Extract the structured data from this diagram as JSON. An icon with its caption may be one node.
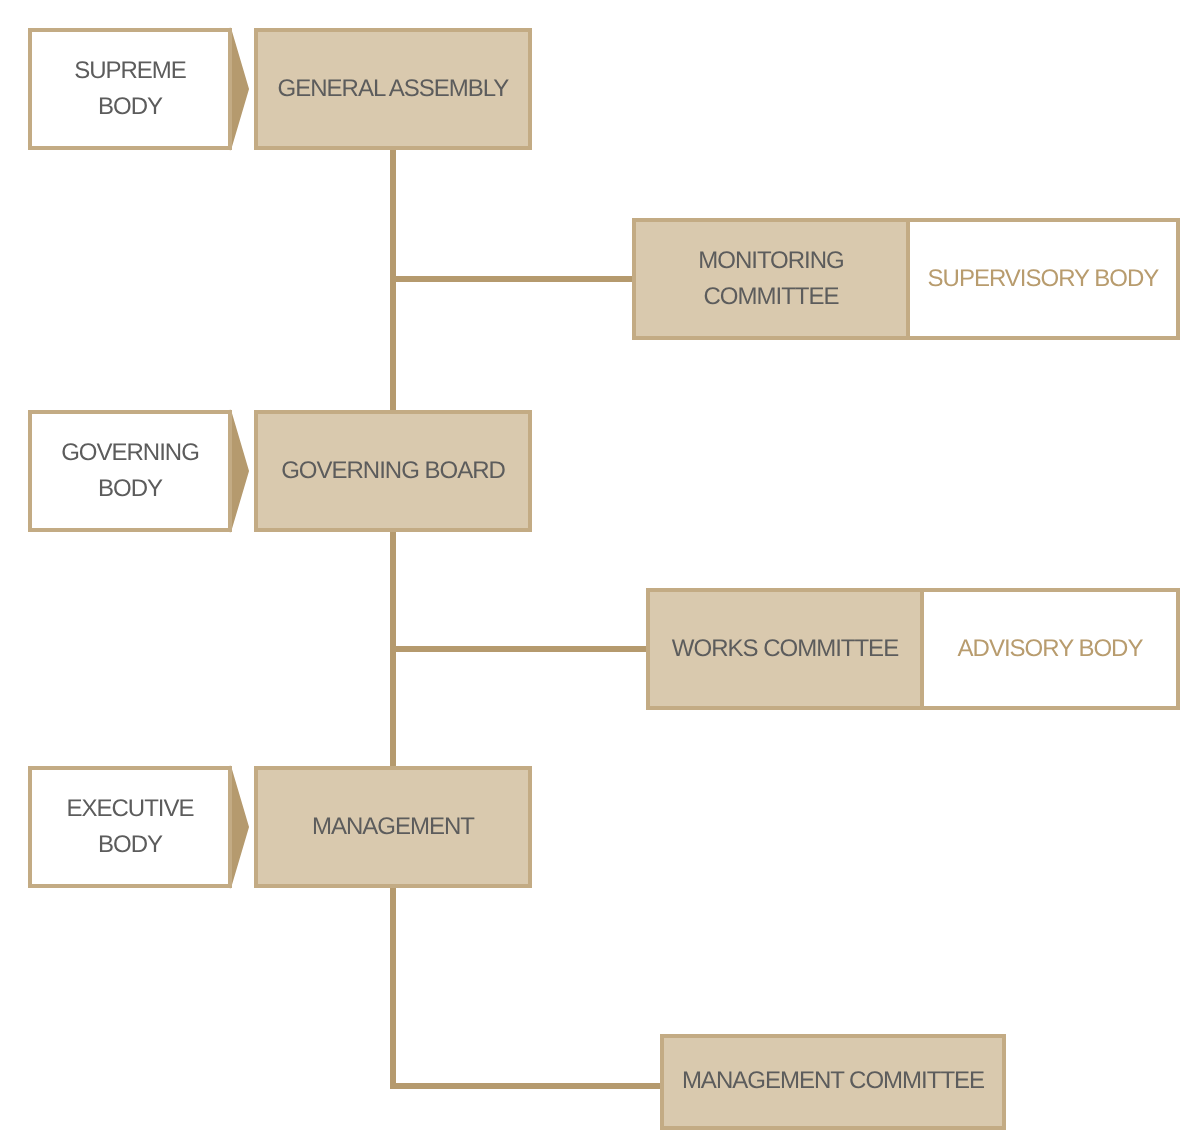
{
  "diagram": {
    "nodes": [
      {
        "text": [
          "SUPREME BODY"
        ]
      },
      {
        "text": [
          "GENERAL ASSEMBLY"
        ]
      },
      {
        "text": [
          "MONITORING COMMITTEE"
        ]
      },
      {
        "text": [
          "SUPERVISORY BODY"
        ]
      },
      {
        "text": [
          "GOVERNING BODY"
        ]
      },
      {
        "text": [
          "GOVERNING BOARD"
        ]
      },
      {
        "text": [
          "WORKS COMMITTEE"
        ]
      },
      {
        "text": [
          "ADVISORY BODY"
        ]
      },
      {
        "text": [
          "EXECUTIVE BODY"
        ]
      },
      {
        "text": [
          "MANAGEMENT"
        ]
      },
      {
        "text": [
          "MANAGEMENT COMMITTEE"
        ]
      }
    ],
    "edges": [
      {
        "from": 0,
        "to": 1,
        "arrow": "to"
      },
      {
        "from": 4,
        "to": 5,
        "arrow": "to"
      },
      {
        "from": 8,
        "to": 9,
        "arrow": "to"
      },
      {
        "from": 1,
        "to": 5,
        "arrow": "none"
      },
      {
        "from": 1,
        "to": 2,
        "arrow": "none"
      },
      {
        "from": 5,
        "to": 9,
        "arrow": "none"
      },
      {
        "from": 5,
        "to": 6,
        "arrow": "none"
      },
      {
        "from": 9,
        "to": 10,
        "arrow": "none"
      }
    ]
  }
}
